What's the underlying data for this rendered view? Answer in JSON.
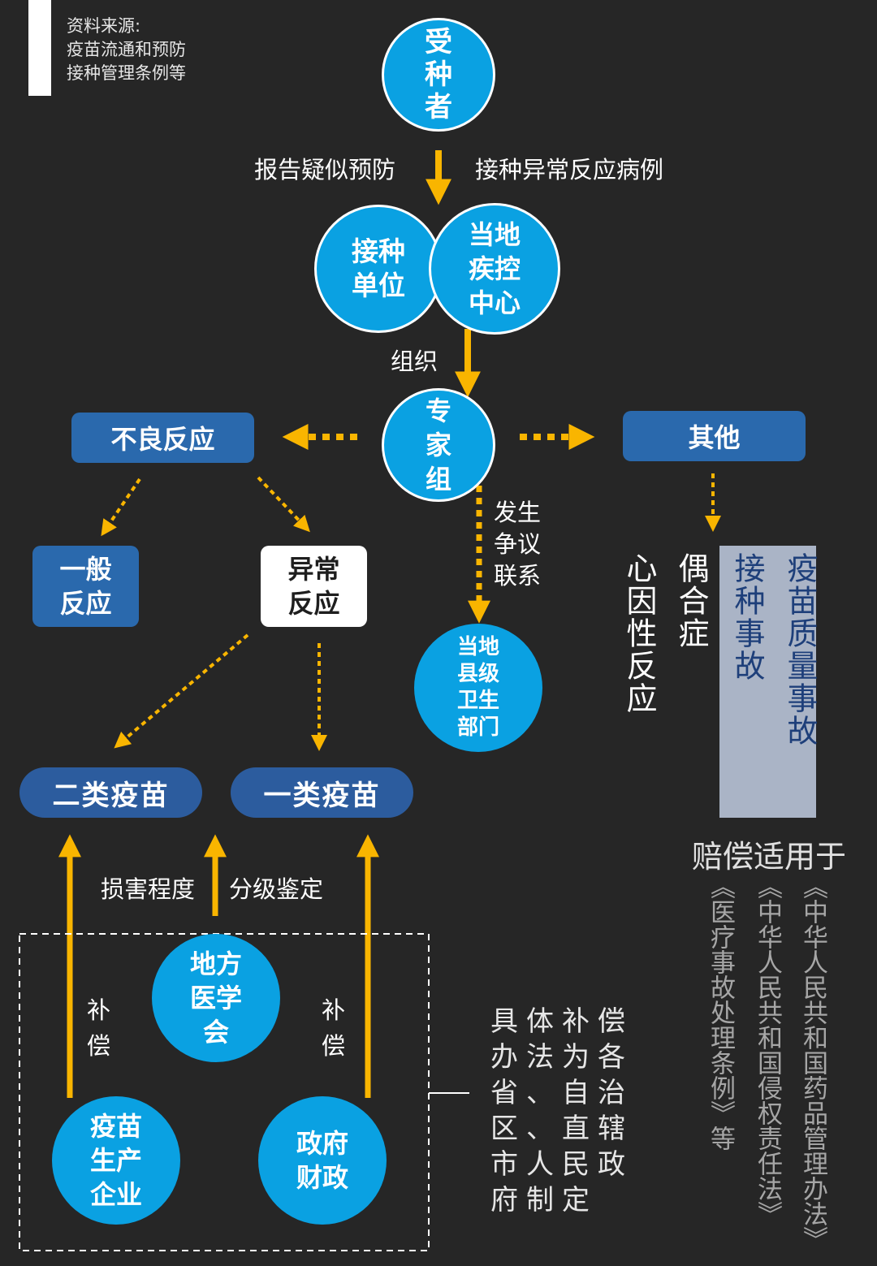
{
  "source_note": {
    "lines": [
      "资料来源:",
      "疫苗流通和预防",
      "接种管理条例等"
    ]
  },
  "nodes": {
    "recipient": "受\n种\n者",
    "vaccination_unit": "接种\n单位",
    "local_cdc": "当地\n疾控\n中心",
    "expert_group": "专\n家\n组",
    "health_dept": "当地\n县级\n卫生\n部门",
    "adverse_reaction": "不良反应",
    "other": "其他",
    "general_reaction": "一般\n反应",
    "abnormal_reaction": "异常\n反应",
    "class2_vaccine": "二类疫苗",
    "class1_vaccine": "一类疫苗",
    "local_medical_assoc": "地方\n医学\n会",
    "vaccine_manufacturer": "疫苗\n生产\n企业",
    "gov_finance": "政府\n财政"
  },
  "labels": {
    "report_left": "报告疑似预防",
    "report_right": "接种异常反应病例",
    "organize": "组织",
    "dispute": "发生\n争议\n联系",
    "coincidence": "偶合症",
    "psychogenic": "心因性反应",
    "vaccination_accident": "接种事故",
    "quality_accident": "疫苗质量事故",
    "damage_degree": "损害程度",
    "grading": "分级鉴定",
    "compensate_left": "补偿",
    "compensate_right": "补偿",
    "compensation_applies": "赔偿适用于",
    "law_1": "《中华人民共和国药品管理办法》",
    "law_2": "《中华人民共和国侵权责任法》",
    "law_3": "《医疗事故处理条例》等",
    "specific_measures": [
      "具体补偿",
      "办法为各",
      "省、自治",
      "区、直辖",
      "市人民政",
      "府制定"
    ]
  },
  "colors": {
    "background": "#262626",
    "circle_fill": "#0aa1e2",
    "box_blue": "#2a69ad",
    "pill_blue": "#2c5c9e",
    "arrow_yellow": "#f9b500",
    "accident_panel": "#aab4c6",
    "law_text": "#a6a6a6"
  }
}
